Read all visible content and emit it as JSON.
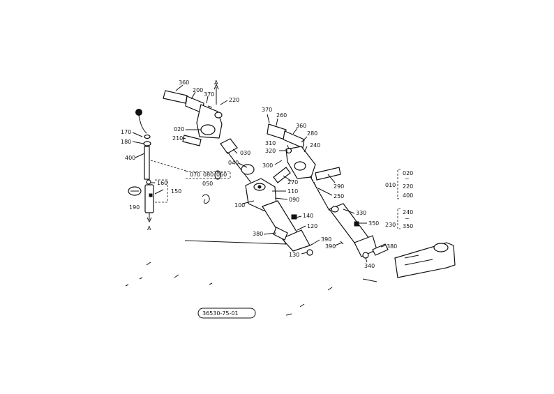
{
  "diagram": {
    "part_labels": {
      "p360a": "360",
      "p200": "200",
      "p370a": "370",
      "pA_top": "A",
      "p220": "220",
      "p170": "170",
      "p180": "180",
      "p020": "020",
      "p210": "210",
      "p400": "400",
      "p030": "030",
      "p040": "040",
      "p070": "070",
      "p080": "080",
      "p060": "060",
      "p050": "050",
      "p160": "160",
      "p150": "150",
      "p190": "190",
      "pA_bot": "A",
      "p370b": "370",
      "p260": "260",
      "p360b": "360",
      "p280": "280",
      "p310": "310",
      "p320": "320",
      "p300": "300",
      "p240": "240",
      "p270": "270",
      "p110": "110",
      "p090": "090",
      "p100": "100",
      "p290": "290",
      "p250": "250",
      "p140": "140",
      "p120": "120",
      "p330": "330",
      "p350": "350",
      "p380a": "380",
      "p390a": "390",
      "p390b": "390",
      "p130": "130",
      "p380b": "380",
      "p340": "340"
    },
    "group_010": {
      "label": "010",
      "items": [
        "020",
        "220",
        "400"
      ],
      "tilde": "~"
    },
    "group_230": {
      "label": "230",
      "items": [
        "240",
        "350"
      ],
      "tilde": "~"
    },
    "drawing_number": "36530-75-01"
  }
}
